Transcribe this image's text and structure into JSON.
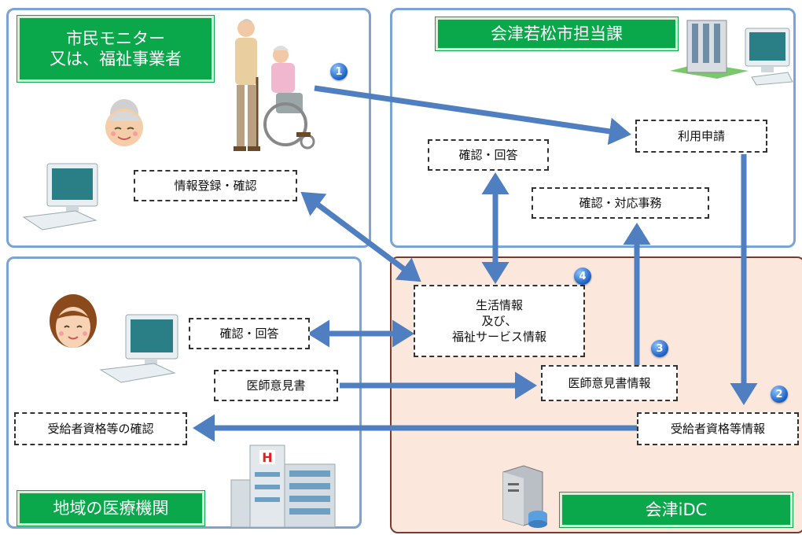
{
  "regions": {
    "citizen": {
      "label": "市民モニター\n又は、福祉事業者"
    },
    "city": {
      "label": "会津若松市担当課"
    },
    "medical": {
      "label": "地域の医療機関"
    },
    "idc": {
      "label": "会津iDC"
    }
  },
  "boxes": {
    "info_register": "情報登録・確認",
    "city_confirm_answer": "確認・回答",
    "apply": "利用申請",
    "confirm_handle": "確認・対応事務",
    "life_info": "生活情報\n及び、\n福祉サービス情報",
    "med_confirm_answer": "確認・回答",
    "doctor_opinion": "医師意見書",
    "doctor_opinion_info": "医師意見書情報",
    "recipient_confirm": "受給者資格等の確認",
    "recipient_info": "受給者資格等情報"
  },
  "badges": [
    "1",
    "2",
    "3",
    "4"
  ],
  "colors": {
    "green": "#0aa84a",
    "arrow": "#4f7fc0",
    "idc_bg": "#fbe7dc",
    "region_border": "#7aa3d6"
  },
  "icons": [
    "elderly-couple-wheelchair-icon",
    "grandmother-face-icon",
    "computer-icon",
    "building-computer-icon",
    "woman-face-icon",
    "hospital-icon",
    "server-icon"
  ]
}
